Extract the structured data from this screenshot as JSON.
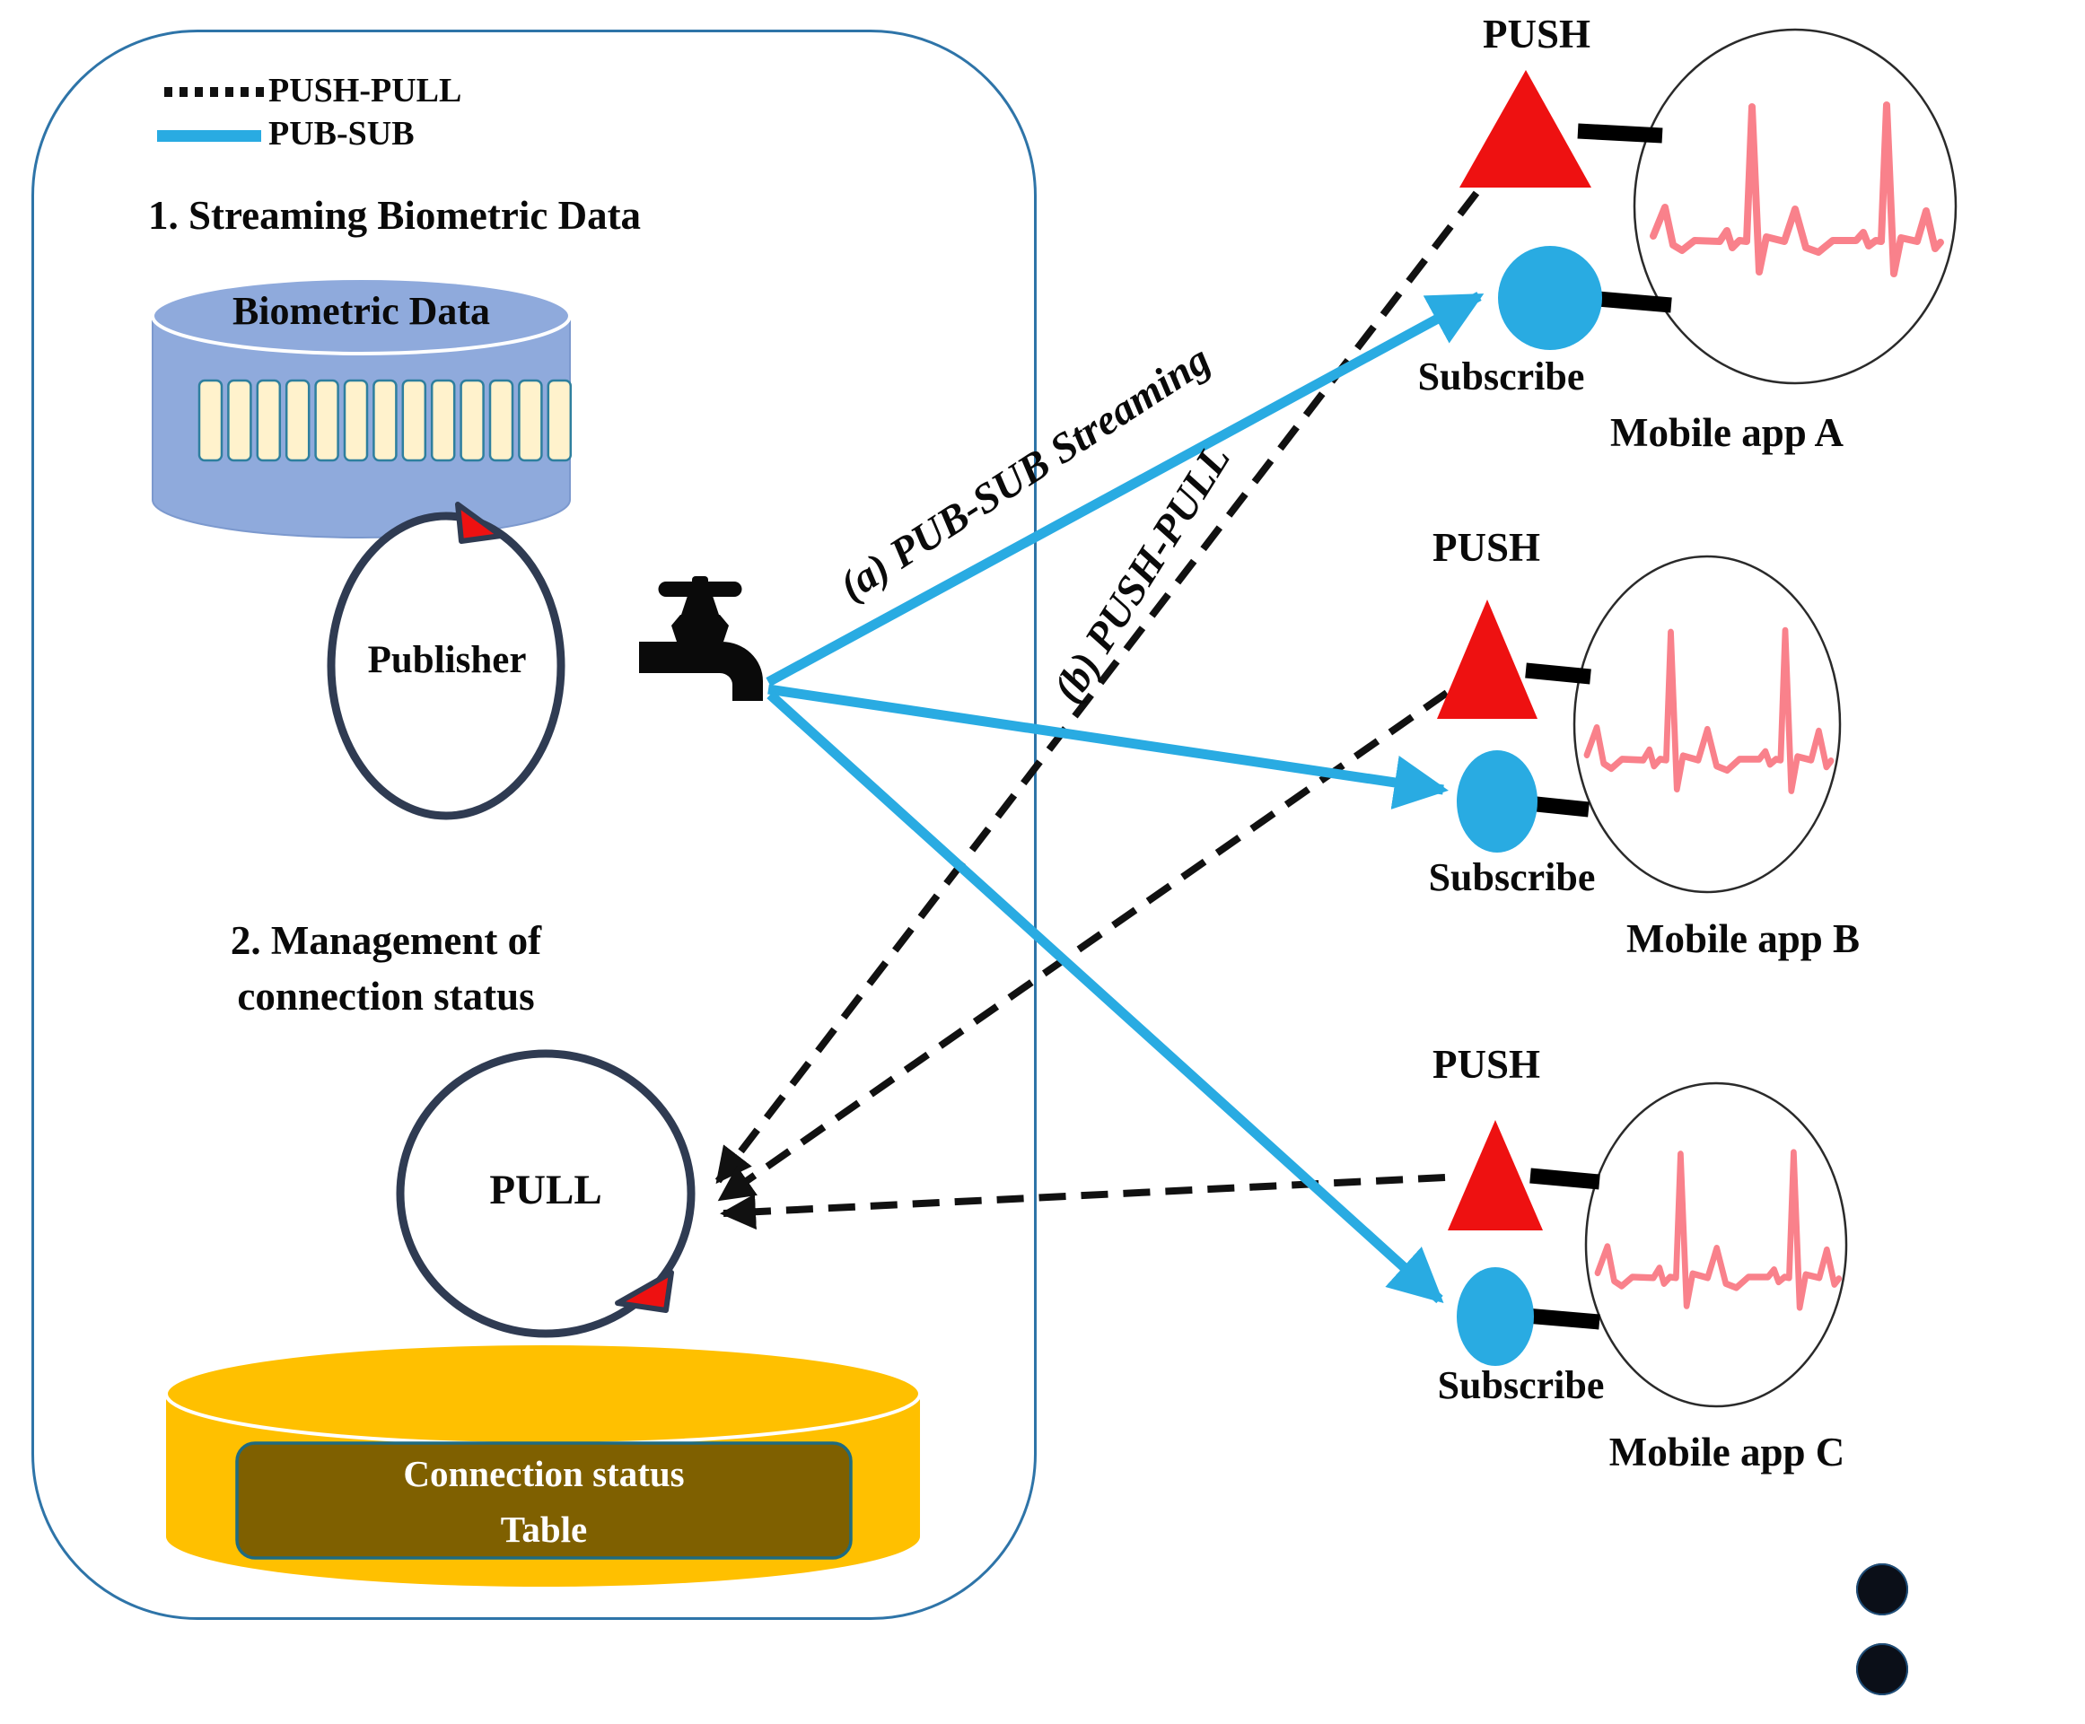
{
  "figure_type": "pub-sub / push-pull messaging architecture diagram",
  "colors": {
    "pub_sub_blue": "#29ABE2",
    "push_red": "#EE1111",
    "loop_navy": "#2F3B52",
    "ecg_pink": "#F9818B",
    "data_cylinder_blue": "#8FAADC",
    "queue_slot_cream": "#FFF2CC",
    "slot_border_teal": "#2E7F9E",
    "status_cylinder_yellow": "#FFC000",
    "status_table_brown": "#7F6000",
    "container_border": "#2E74A8",
    "dashed_black": "#111111"
  },
  "legend": {
    "push_pull_label": "PUSH-PULL",
    "pub_sub_label": "PUB-SUB"
  },
  "broker": {
    "section1_title": "1. Streaming Biometric Data",
    "datastore_label": "Biometric Data",
    "queue_slot_count": 13,
    "publisher_label": "Publisher",
    "publisher_icon": "faucet-icon",
    "loop_icon": "circular-arrow-icon",
    "section2_title_line1": "2. Management of",
    "section2_title_line2": "connection status",
    "pull_label": "PULL",
    "table_label_line1": "Connection status",
    "table_label_line2": "Table"
  },
  "links": {
    "pub_sub_stream_label": "(a) PUB-SUB Streaming",
    "push_pull_label": "(b) PUSH-PULL"
  },
  "apps": [
    {
      "push_label": "PUSH",
      "subscribe_label": "Subscribe",
      "name": "Mobile app A",
      "signal_icon": "ecg-waveform-icon"
    },
    {
      "push_label": "PUSH",
      "subscribe_label": "Subscribe",
      "name": "Mobile app B",
      "signal_icon": "ecg-waveform-icon"
    },
    {
      "push_label": "PUSH",
      "subscribe_label": "Subscribe",
      "name": "Mobile app C",
      "signal_icon": "ecg-waveform-icon"
    }
  ],
  "more_apps_indicator_dots": 2
}
